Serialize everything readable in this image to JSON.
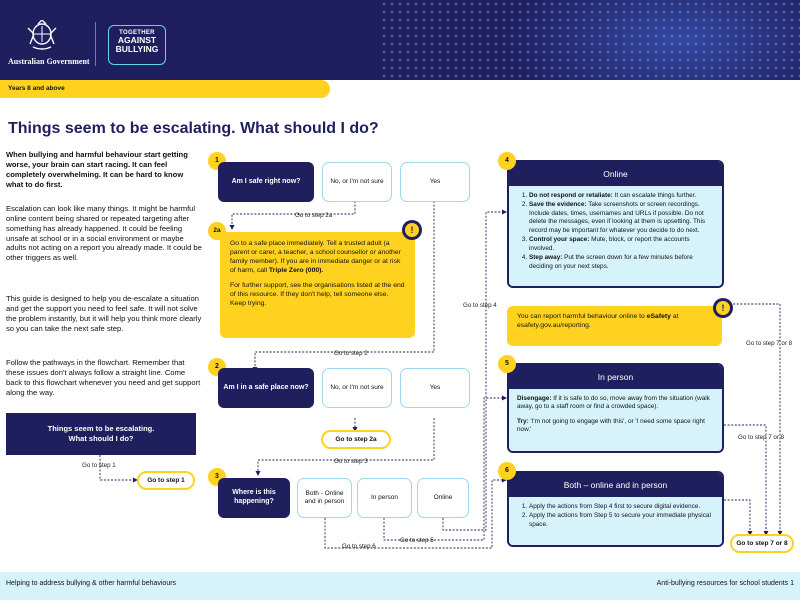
{
  "header": {
    "government": "Australian Government",
    "logo_line1": "TOGETHER",
    "logo_line2": "AGAINST",
    "logo_line3": "BULLYING"
  },
  "years": "Years 8 and above",
  "title": "Things seem to be escalating. What should I do?",
  "intro": {
    "bold": "When bullying and harmful behaviour start getting worse, your brain can start racing. It can feel completely overwhelming. It can be hard to know what to do first.",
    "p1": "Escalation can look like many things. It might be harmful online content being shared or repeated targeting after something has already happened. It could be feeling unsafe at school or in a social environment or maybe adults not acting on a report you already made. It could be other triggers as well.",
    "p2": "This guide is designed to help you de-escalate a situation and get the support you need to feel safe. It will not solve the problem instantly, but it will help you think more clearly so you can take the next safe step.",
    "p3": "Follow the pathways in the flowchart. Remember that these issues don't always follow a straight line. Come back to this flowchart whenever you need and get support along the way."
  },
  "sidebox": {
    "line1": "Things seem to be escalating.",
    "line2": "What should I do?"
  },
  "steps": {
    "s1": {
      "num": "1",
      "question": "Am I safe right now?",
      "no": "No, or I'm not sure",
      "yes": "Yes"
    },
    "s2a": {
      "num": "2a",
      "p1_a": "Go to a safe place immediately. Tell a trusted adult (a parent or carer, a teacher, a school counsellor or another family member). If you are in immediate danger or at risk of harm, call ",
      "p1_b": "Triple Zero (000).",
      "p2": "For further support, see the organisations listed at the end of this resource. If they don't help, tell someone else. Keep trying."
    },
    "s2": {
      "num": "2",
      "question": "Am I in a safe place now?",
      "no": "No, or I'm not sure",
      "yes": "Yes"
    },
    "s3": {
      "num": "3",
      "question": "Where is this happening?",
      "both": "Both - Online and in person",
      "inperson": "In person",
      "online": "Online"
    },
    "s4": {
      "num": "4",
      "title": "Online",
      "items": [
        {
          "b": "Do not respond or retaliate:",
          "t": " It can escalate things further."
        },
        {
          "b": "Save the evidence:",
          "t": " Take screenshots or screen recordings. Include dates, times, usernames and URLs if possible. Do not delete the messages, even if looking at them is upsetting. This record may be important for whatever you decide to do next."
        },
        {
          "b": "Control your space:",
          "t": " Mute, block, or report the accounts involved."
        },
        {
          "b": "Step away:",
          "t": " Put the screen down for a few minutes before deciding on your next steps."
        }
      ],
      "esafety_a": "You can report harmful behaviour online to ",
      "esafety_b": "eSafety",
      "esafety_c": " at esafety.gov.au/reporting."
    },
    "s5": {
      "num": "5",
      "title": "In person",
      "p1_b": "Disengage:",
      "p1_t": " If it is safe to do so, move away from the situation (walk away, go to a staff room or find a crowded space).",
      "p2_b": "Try:",
      "p2_t": " 'I'm not going to engage with this', or 'I need some space right now.'"
    },
    "s6": {
      "num": "6",
      "title": "Both – online and in person",
      "items": [
        "Apply the actions from Step 4 first to secure digital evidence.",
        "Apply the actions from Step 5 to secure your immediate physical space."
      ]
    }
  },
  "links": {
    "goto1": "Go to step 1",
    "goto1_label": "Go to step 1",
    "goto2a_label": "Go to step 2a",
    "goto2_label": "Go to step 2",
    "goto2a_pill": "Go to step 2a",
    "goto3_label": "Go to step 3",
    "goto4_label": "Go to step 4",
    "goto5_label": "Go to step 5",
    "goto6_label": "Go to step 6",
    "goto78_a": "Go to step 7 or 8",
    "goto78_b": "Go to step 7 or 8",
    "goto78_pill": "Go to step 7 or 8"
  },
  "footer": {
    "left": "Helping to address bullying & other harmful behaviours",
    "right": "Anti-bullying resources for school students  1"
  }
}
